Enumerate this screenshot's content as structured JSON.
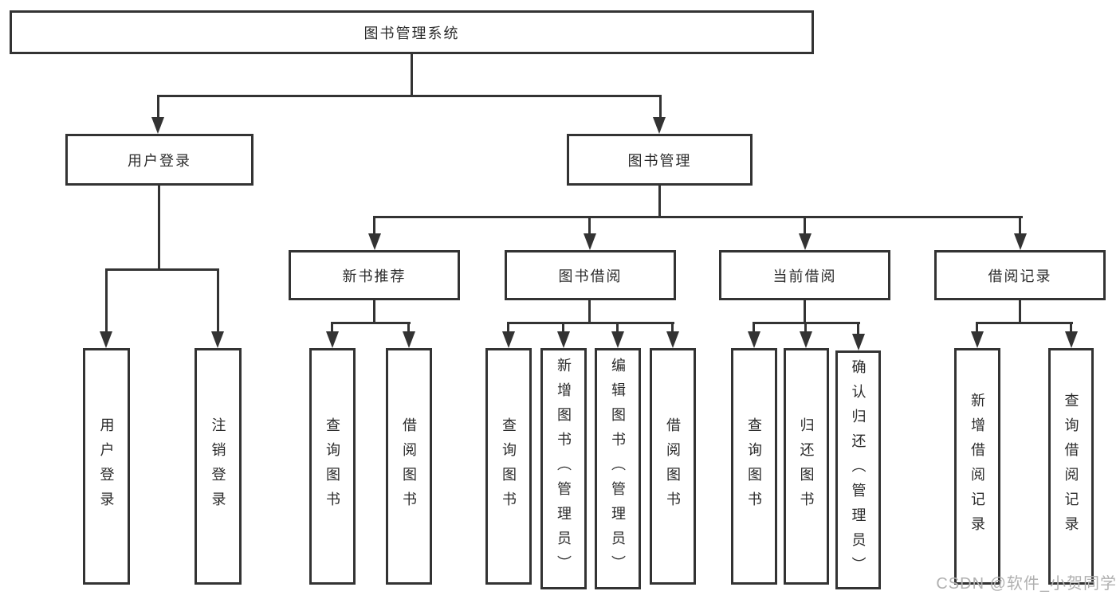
{
  "colors": {
    "line": "#333333",
    "text": "#2b2b2b",
    "bg": "#ffffff",
    "watermark": "#b0b0b0"
  },
  "nodes": {
    "root": "图书管理系统",
    "userLogin": "用户登录",
    "bookManagement": "图书管理",
    "newBookRecommend": "新书推荐",
    "bookBorrow": "图书借阅",
    "currentBorrow": "当前借阅",
    "borrowRecords": "借阅记录",
    "leafUserLogin": "用户登录",
    "leafLogoutLogin": "注销登录",
    "leafQueryBooksA": "查询图书",
    "leafBorrowBooksA": "借阅图书",
    "leafQueryBooksB": "查询图书",
    "leafAddBookAdmin": "新增图书（管理员）",
    "leafEditBookAdmin": "编辑图书（管理员）",
    "leafBorrowBooksB": "借阅图书",
    "leafQueryBooksC": "查询图书",
    "leafReturnBooks": "归还图书",
    "leafConfirmReturnAdmin": "确认归还（管理员）",
    "leafAddBorrowRecord": "新增借阅记录",
    "leafQueryBorrowRecord": "查询借阅记录"
  },
  "watermark": "CSDN @软件_小贺同学"
}
